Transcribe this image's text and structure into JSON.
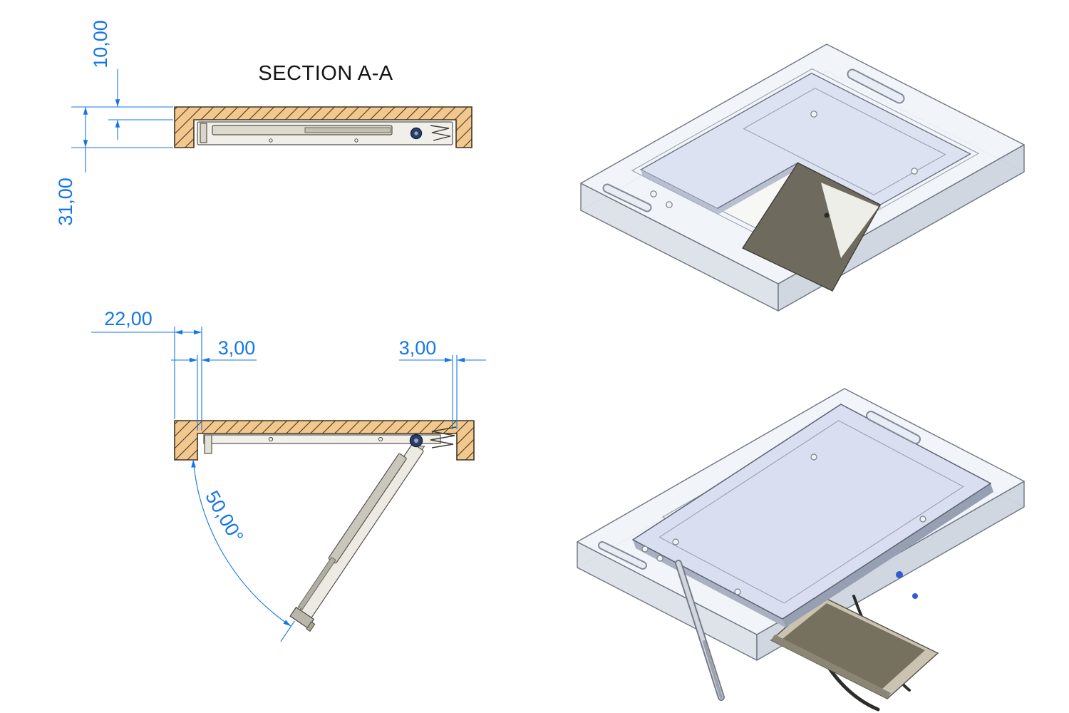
{
  "drawing": {
    "background": "#ffffff",
    "section_aa": {
      "title": "SECTION A-A",
      "dims": {
        "top_thickness": "10,00",
        "total_thickness": "31,00"
      }
    },
    "section_open": {
      "dims": {
        "edge_offset": "22,00",
        "gap_left": "3,00",
        "gap_right": "3,00",
        "opening_angle": "50,00°"
      }
    },
    "colors": {
      "dimension_blue": "#1576e8",
      "wood_fill": "#f2c88e",
      "wood_edge": "#3f3524",
      "mechanism_light": "#eceae2",
      "mechanism_mid": "#c9c6bb",
      "hinge_navy": "#2a3f66",
      "slab_edge": "#78808c",
      "slab_face": "#eef1f7",
      "panel_fill": "#dce2f2",
      "flap_dark": "#6e6a5e",
      "tray_beige": "#c9c3b0",
      "accent_part_blue": "#2f5bd4"
    }
  }
}
